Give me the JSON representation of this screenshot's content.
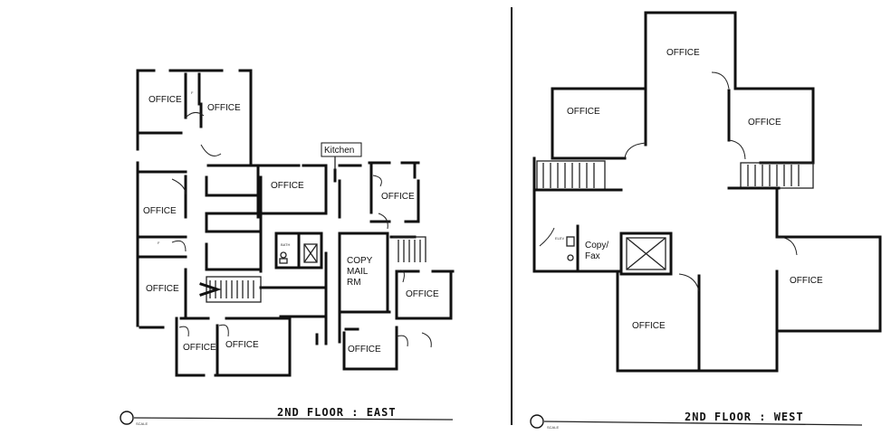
{
  "east": {
    "labels": {
      "office_tl": "OFFICE",
      "office_tl2": "OFFICE",
      "office_center": "OFFICE",
      "office_right": "OFFICE",
      "office_left_mid": "OFFICE",
      "office_left_low": "OFFICE",
      "office_bottom1": "OFFICE",
      "office_bottom2": "OFFICE",
      "office_bottom3": "OFFICE",
      "office_right_low": "OFFICE",
      "copy1": "COPY",
      "copy2": "MAIL",
      "copy3": "RM",
      "kitchen": "Kitchen",
      "f1": "F",
      "f2": "F"
    },
    "title": "2ND FLOOR : EAST"
  },
  "west": {
    "labels": {
      "office_top": "OFFICE",
      "office_left": "OFFICE",
      "office_right": "OFFICE",
      "office_far_right": "OFFICE",
      "office_bottom": "OFFICE",
      "copy1": "Copy/",
      "copy2": "Fax"
    },
    "title": "2ND FLOOR : WEST"
  }
}
